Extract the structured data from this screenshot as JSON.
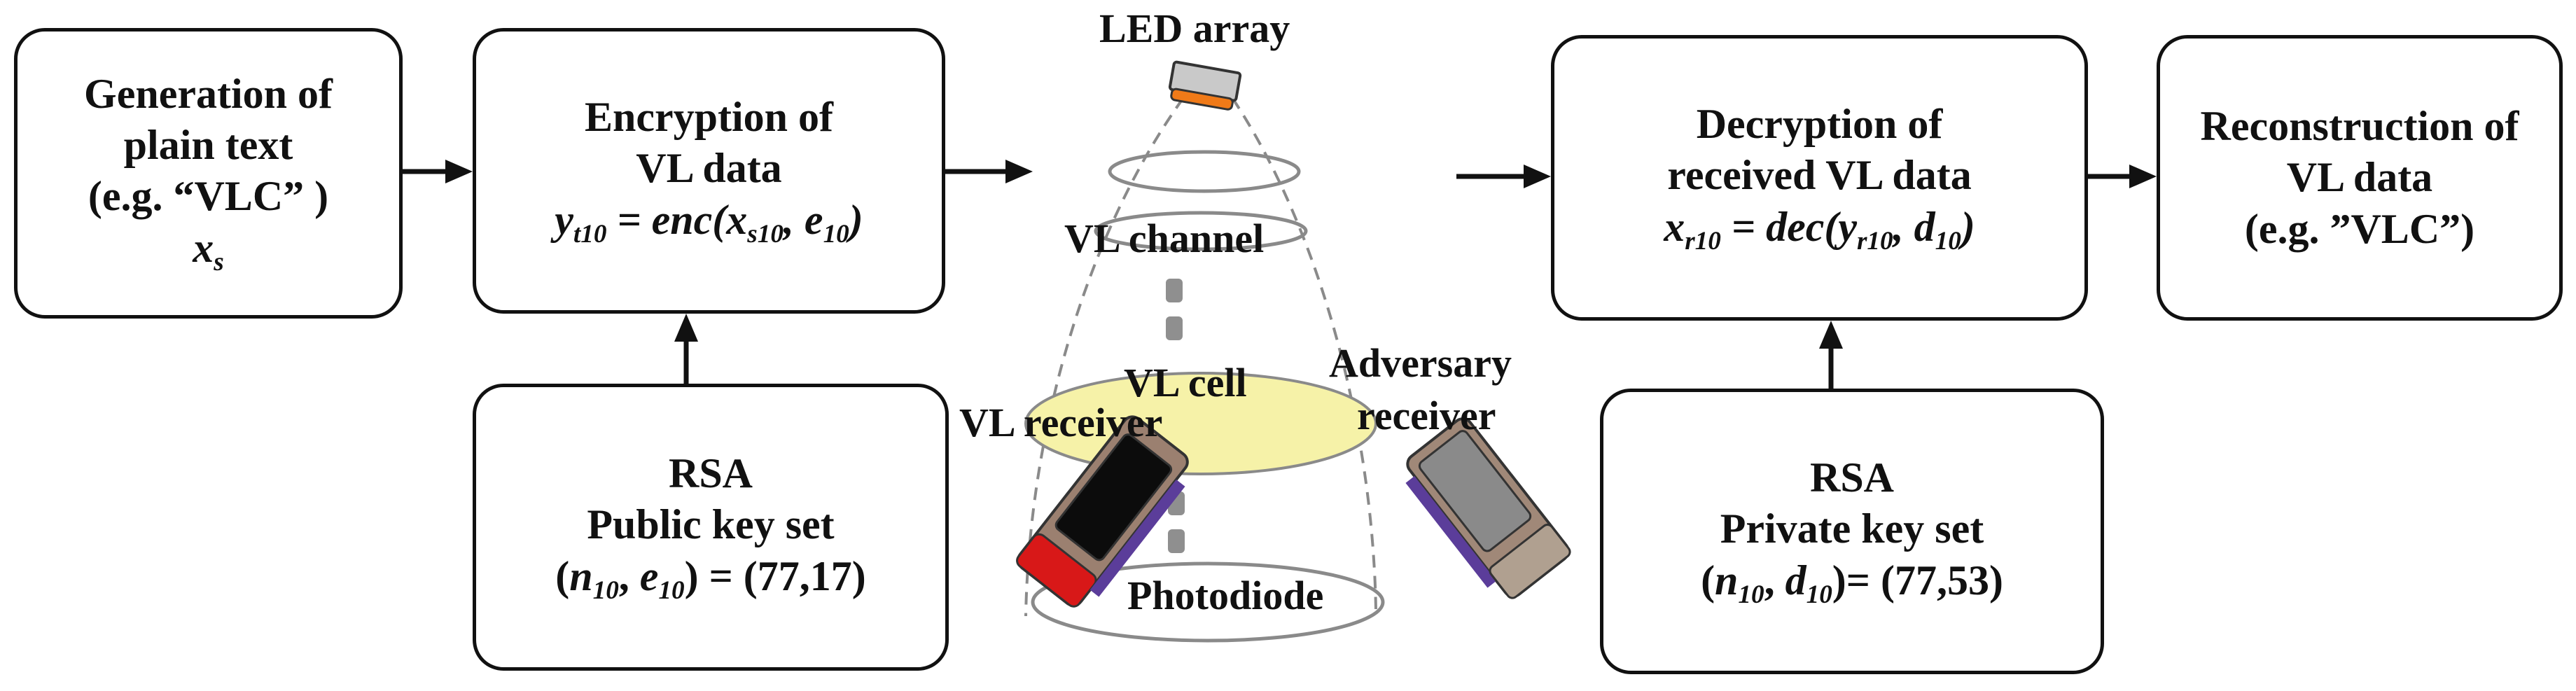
{
  "box_plaintext": {
    "line1": "Generation of",
    "line2": "plain text",
    "line3": "(e.g. “VLC” )",
    "symbol": "x",
    "symbol_sub": "s"
  },
  "box_encrypt": {
    "line1": "Encryption of",
    "line2": "VL data",
    "eq_lhs": "y",
    "eq_lhs_sub": "t10",
    "eq_mid": " = enc(",
    "eq_a": "x",
    "eq_a_sub": "s10",
    "eq_sep": ", ",
    "eq_b": "e",
    "eq_b_sub": "10",
    "eq_end": ")"
  },
  "box_public_key": {
    "line1": "RSA",
    "line2": "Public key set",
    "eq_open": "(",
    "eq_n": "n",
    "eq_n_sub": "10",
    "eq_sep": ", ",
    "eq_e": "e",
    "eq_e_sub": "10",
    "eq_rest": ") = (77,17)"
  },
  "box_decrypt": {
    "line1": "Decryption of",
    "line2": "received VL data",
    "eq_lhs": "x",
    "eq_lhs_sub": "r10",
    "eq_mid": " = dec(",
    "eq_a": "y",
    "eq_a_sub": "r10",
    "eq_sep": ", ",
    "eq_b": "d",
    "eq_b_sub": "10",
    "eq_end": ")"
  },
  "box_private_key": {
    "line1": "RSA",
    "line2": "Private key set",
    "eq_open": "(",
    "eq_n": "n",
    "eq_n_sub": "10",
    "eq_sep": ", ",
    "eq_d": "d",
    "eq_d_sub": "10",
    "eq_rest": ")= (77,53)"
  },
  "box_reconstruct": {
    "line1": "Reconstruction of",
    "line2": "VL data",
    "line3": "(e.g. ”VLC”)"
  },
  "labels": {
    "led_array": "LED array",
    "vl_channel": "VL channel",
    "vl_cell": "VL cell",
    "vl_receiver": "VL receiver",
    "adversary_line1": "Adversary",
    "adversary_line2": "receiver",
    "photodiode": "Photodiode"
  },
  "colors": {
    "ink": "#111111",
    "cell_fill": "#f6f2a8",
    "led_orange": "#f07a18",
    "cone_gray": "#8a8a8a",
    "purple": "#5b3d9a",
    "red": "#d81818"
  }
}
